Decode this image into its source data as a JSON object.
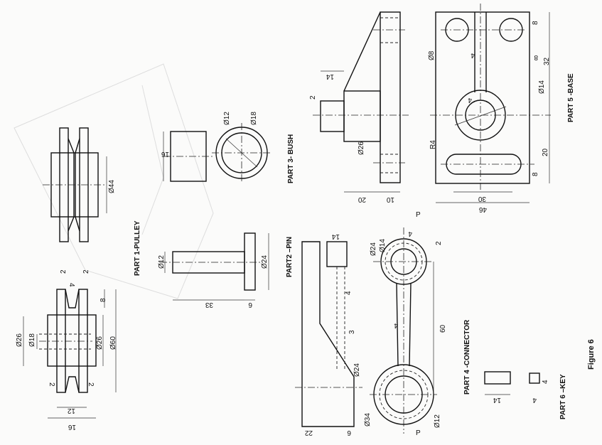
{
  "titles": {
    "pulley": "PART 1-PULLEY",
    "pin": "PART2 –PIN",
    "bush": "PART 3- BUSH",
    "connector": "PART 4 -CONNECTOR",
    "base": "PART 5 -BASE",
    "key": "PART 6 –KEY",
    "figure": "Figure 6"
  },
  "pulley_dims": [
    "Ø26",
    "Ø18",
    "2",
    "2",
    "4",
    "8",
    "Ø26",
    "Ø60",
    "2",
    "2",
    "12",
    "16",
    "Ø44"
  ],
  "pin_dims": [
    "Ø12",
    "Ø24",
    "33",
    "6"
  ],
  "bush_dims": [
    "Ø12",
    "Ø18",
    "16"
  ],
  "base_side_dims": [
    "2",
    "14",
    "Ø26",
    "20",
    "10"
  ],
  "base_plan_dims": [
    "Ø8",
    "4",
    "8",
    "8",
    "32",
    "Ø14",
    "4",
    "R4",
    "20",
    "8",
    "30",
    "46"
  ],
  "connector_dims": [
    "14",
    "4",
    "3",
    "Ø24",
    "Ø14",
    "4",
    "2",
    "60",
    "4",
    "Ø24",
    "Ø34",
    "Ø12",
    "22",
    "6",
    "P",
    "P"
  ],
  "key_dims": [
    "14",
    "4",
    "4"
  ]
}
